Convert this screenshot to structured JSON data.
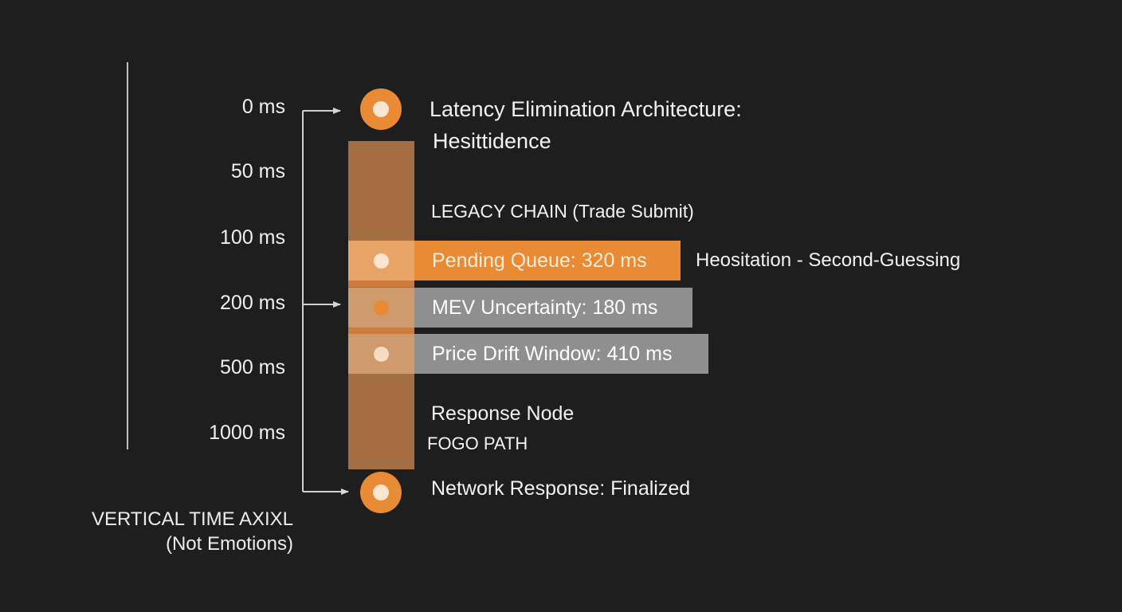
{
  "colors": {
    "background": "#1e1e1e",
    "accent_orange": "#e98a34",
    "column_brown": "#a56d42",
    "bar_gray": "#8f8f8f",
    "node_core": "#fbe6d2",
    "text": "#f2f2f2"
  },
  "axis": {
    "ticks": [
      "0 ms",
      "50 ms",
      "100 ms",
      "200 ms",
      "500 ms",
      "1000 ms"
    ],
    "title_line1": "VERTICAL TIME AXIXL",
    "title_line2": "(Not Emotions)"
  },
  "header": {
    "title_line1": "Latency Elimination Architecture:",
    "title_line2": "Hesittidence"
  },
  "legacy_label": "LEGACY CHAIN (Trade Submit)",
  "segments": [
    {
      "label": "Pending Queue: 320 ms",
      "duration_ms": 320,
      "style": "highlight",
      "dot_color": "#fbe6d2"
    },
    {
      "label": "MEV Uncertainty: 180 ms",
      "duration_ms": 180,
      "style": "muted",
      "dot_color": "#e98a34"
    },
    {
      "label": "Price Drift Window: 410 ms",
      "duration_ms": 410,
      "style": "muted",
      "dot_color": "#f6dcc4"
    }
  ],
  "annotation": "Heositation - Second-Guessing",
  "response_node_label": "Response Node",
  "fogo_label": "FOGO PATH",
  "final_label": "Network Response: Finalized",
  "icons": {
    "start_node": "orange-ring-node-icon",
    "end_node": "orange-ring-node-icon",
    "arrows": "right-arrow-icon"
  }
}
